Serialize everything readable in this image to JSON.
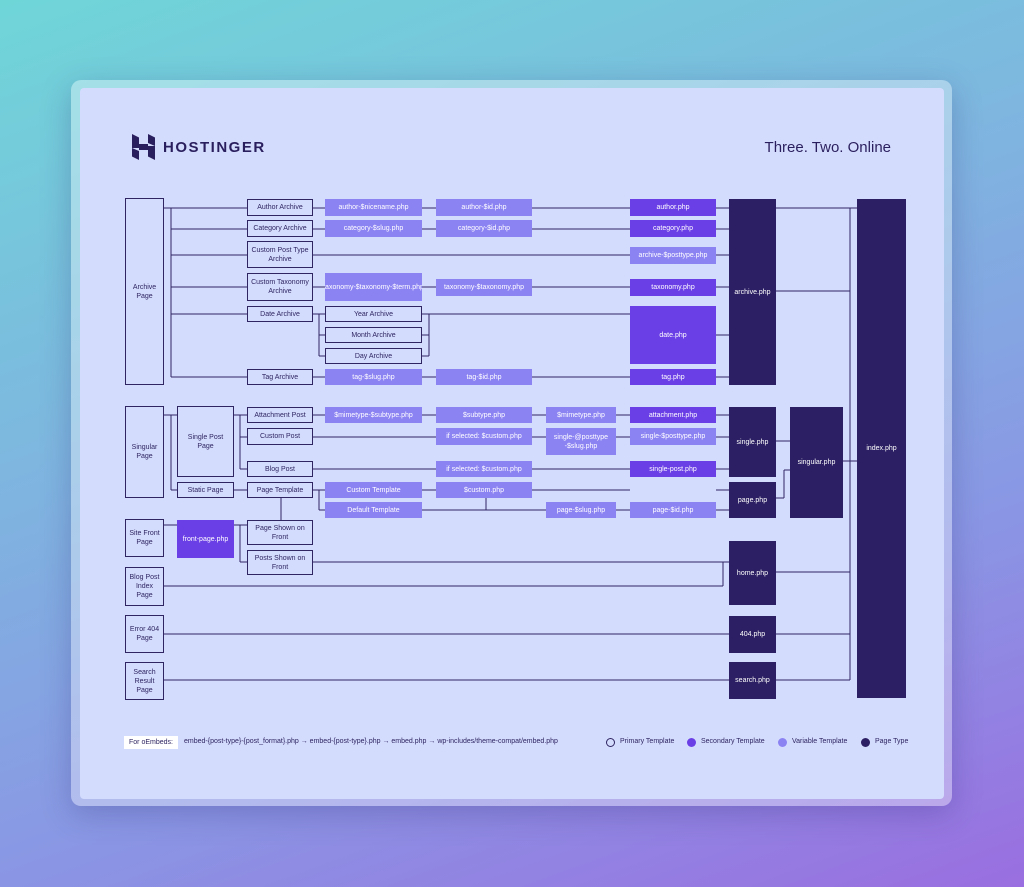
{
  "brand": "HOSTINGER",
  "tagline": "Three. Two. Online",
  "nodes": {
    "archive_page": "Archive Page",
    "author_archive": "Author Archive",
    "category_archive": "Category Archive",
    "cpt_archive": "Custom Post Type Archive",
    "custom_tax_archive": "Custom Taxonomy Archive",
    "date_archive": "Date Archive",
    "year_archive": "Year Archive",
    "month_archive": "Month Archive",
    "day_archive": "Day Archive",
    "tag_archive": "Tag Archive",
    "author_nicename": "author-$nicename.php",
    "author_id": "author-$id.php",
    "author_php": "author.php",
    "category_slug": "category-$slug.php",
    "category_id": "category-$id.php",
    "category_php": "category.php",
    "archive_posttype": "archive-$posttype.php",
    "taxonomy_term": "taxonomy-$taxonomy-$term.php",
    "taxonomy_tax": "taxonomy-$taxonomy.php",
    "taxonomy_php": "taxonomy.php",
    "date_php": "date.php",
    "tag_slug": "tag-$slug.php",
    "tag_id": "tag-$id.php",
    "tag_php": "tag.php",
    "archive_php": "archive.php",
    "singular_page": "Singular Page",
    "single_post_page": "Single Post Page",
    "static_page": "Static Page",
    "attachment_post": "Attachment Post",
    "custom_post": "Custom Post",
    "blog_post": "Blog Post",
    "page_template": "Page Template",
    "mimetype_subtype": "$mimetype-$subtype.php",
    "subtype": "$subtype.php",
    "mimetype": "$mimetype.php",
    "attachment_php": "attachment.php",
    "if_selected_custom_1": "if selected: $custom.php",
    "single_posttype_slug": "single-@posttype -$slug.php",
    "single_posttype": "single-$posttype.php",
    "if_selected_custom_2": "if selected: $custom.php",
    "single_post_php": "single-post.php",
    "custom_template": "Custom Template",
    "default_template": "Default Template",
    "custom_php": "$custom.php",
    "page_slug": "page-$slug.php",
    "page_id": "page-$id.php",
    "single_php": "single.php",
    "page_php": "page.php",
    "singular_php": "singular.php",
    "site_front_page": "Site Front Page",
    "front_page_php": "front-page.php",
    "page_shown_front": "Page Shown on Front",
    "posts_shown_front": "Posts Shown on Front",
    "blog_post_index": "Blog Post Index Page",
    "home_php": "home.php",
    "error_404_page": "Error 404 Page",
    "php_404": "404.php",
    "search_result_page": "Search Result Page",
    "search_php": "search.php",
    "index_php": "index.php"
  },
  "legend": {
    "oembed_label": "For oEmbeds:",
    "oembed_chain": "embed-{post-type}-{post_format}.php → embed-{post-type}.php → embed.php → wp-includes/theme-compat/embed.php",
    "primary": "Primary Template",
    "secondary": "Secondary Template",
    "variable": "Variable Template",
    "page_type": "Page Type"
  },
  "colors": {
    "outline": "#2e2562",
    "variable": "#8c83f3",
    "secondary": "#6b3fe6",
    "page_type": "#2c1f63",
    "card": "#d4dcfd"
  }
}
